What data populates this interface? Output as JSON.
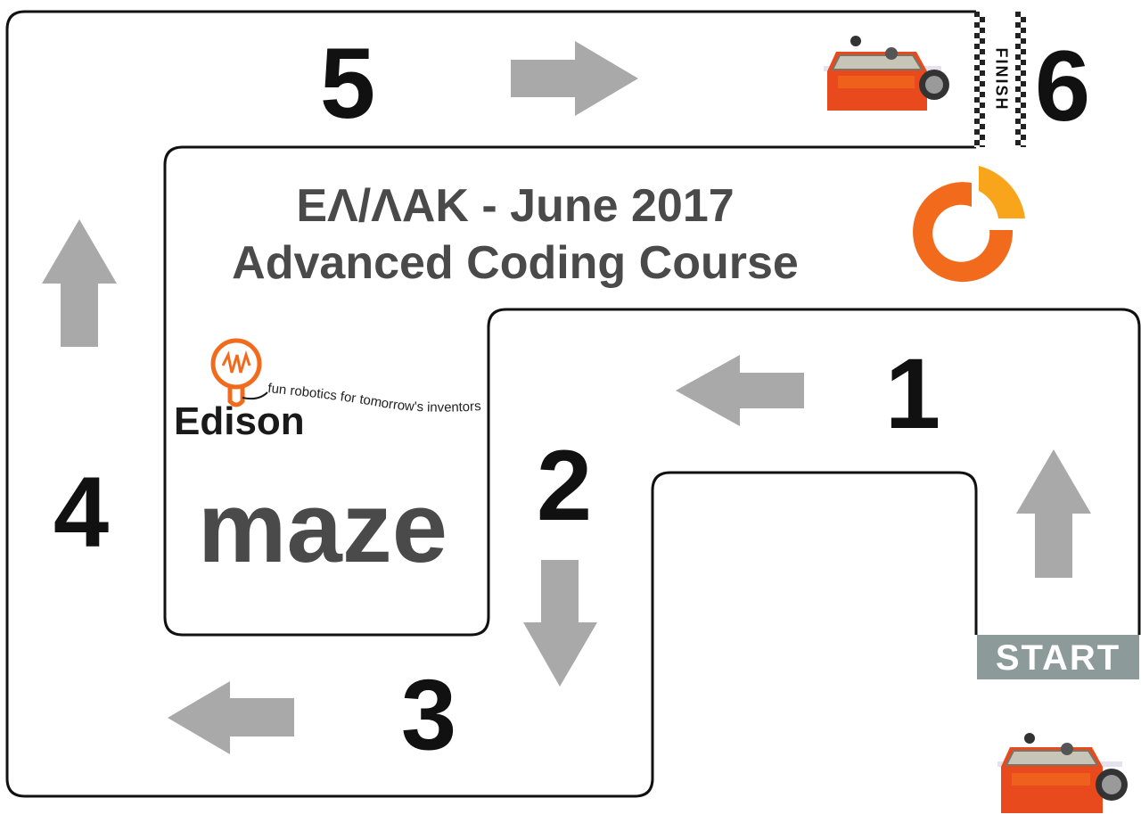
{
  "title": {
    "line1": "ΕΛ/ΛΑΚ - June 2017",
    "line2": "Advanced Coding Course"
  },
  "edison": {
    "wordmark": "Edison",
    "tagline": "fun robotics for tomorrow's inventors"
  },
  "maze_label": "maze",
  "steps": [
    {
      "label": "1",
      "direction": "left"
    },
    {
      "label": "2",
      "direction": "down"
    },
    {
      "label": "3",
      "direction": "left"
    },
    {
      "label": "4",
      "direction": "up"
    },
    {
      "label": "5",
      "direction": "right"
    },
    {
      "label": "6",
      "direction": "finish"
    }
  ],
  "start_arrow_direction": "up",
  "start_label": "START",
  "finish_label": "FINISH",
  "colors": {
    "arrow": "#a9a9a9",
    "wall": "#111111",
    "title_text": "#4a4a4a",
    "logo_orange": "#f26b1d",
    "logo_yellow": "#f9a51b",
    "start_bg": "#8c9a9a",
    "robot_body": "#e8491d"
  },
  "icons": [
    "open-source-logo-icon",
    "edison-lightbulb-icon",
    "edison-robot-icon",
    "checkered-flag-icon"
  ]
}
